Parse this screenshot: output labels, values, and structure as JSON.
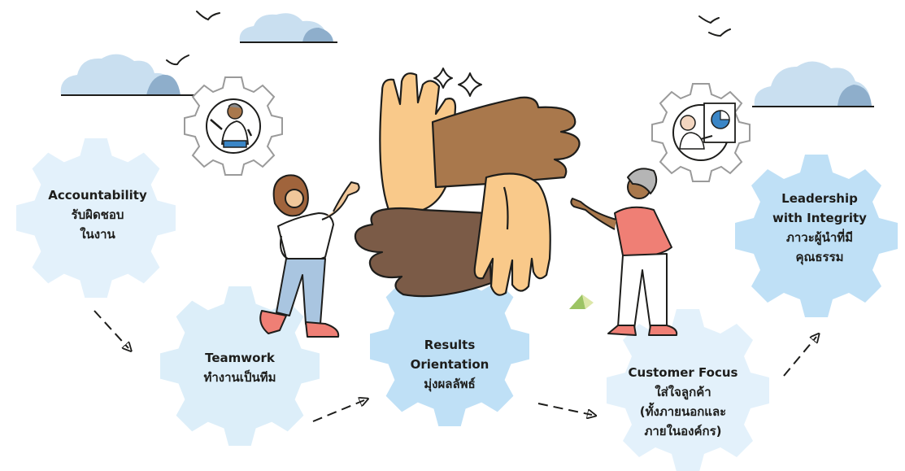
{
  "steps": [
    {
      "id": "accountability",
      "lines": [
        "Accountability",
        "รับผิดชอบ",
        "ในงาน"
      ],
      "color": "#e3f1fb"
    },
    {
      "id": "teamwork",
      "lines": [
        "Teamwork",
        "ทำงานเป็นทีม"
      ],
      "color": "#dceef9"
    },
    {
      "id": "results",
      "lines": [
        "Results",
        "Orientation",
        "มุ่งผลลัพธ์"
      ],
      "color": "#bfe0f6"
    },
    {
      "id": "customer",
      "lines": [
        "Customer Focus",
        "ใส่ใจลูกค้า",
        "(ทั้งภายนอกและ",
        "ภายในองค์กร)"
      ],
      "color": "#e3f1fb"
    },
    {
      "id": "leadership",
      "lines": [
        "Leadership",
        "with Integrity",
        "ภาวะผู้นำที่มี",
        "คุณธรรม"
      ],
      "color": "#bfe0f6"
    }
  ],
  "colors": {
    "cloud_light": "#c9dff0",
    "cloud_dark": "#8eaecb",
    "ink": "#1d1d1b",
    "skin_light": "#f9c98a",
    "skin_mid": "#a9784c",
    "skin_dark": "#7b5b47",
    "shirt_red": "#ef7f75",
    "jeans": "#a9c5e0"
  },
  "icons": [
    "gear-icon",
    "cloud-icon",
    "bird-icon",
    "sparkle-icon",
    "arrow-icon",
    "pie-chart-icon"
  ]
}
